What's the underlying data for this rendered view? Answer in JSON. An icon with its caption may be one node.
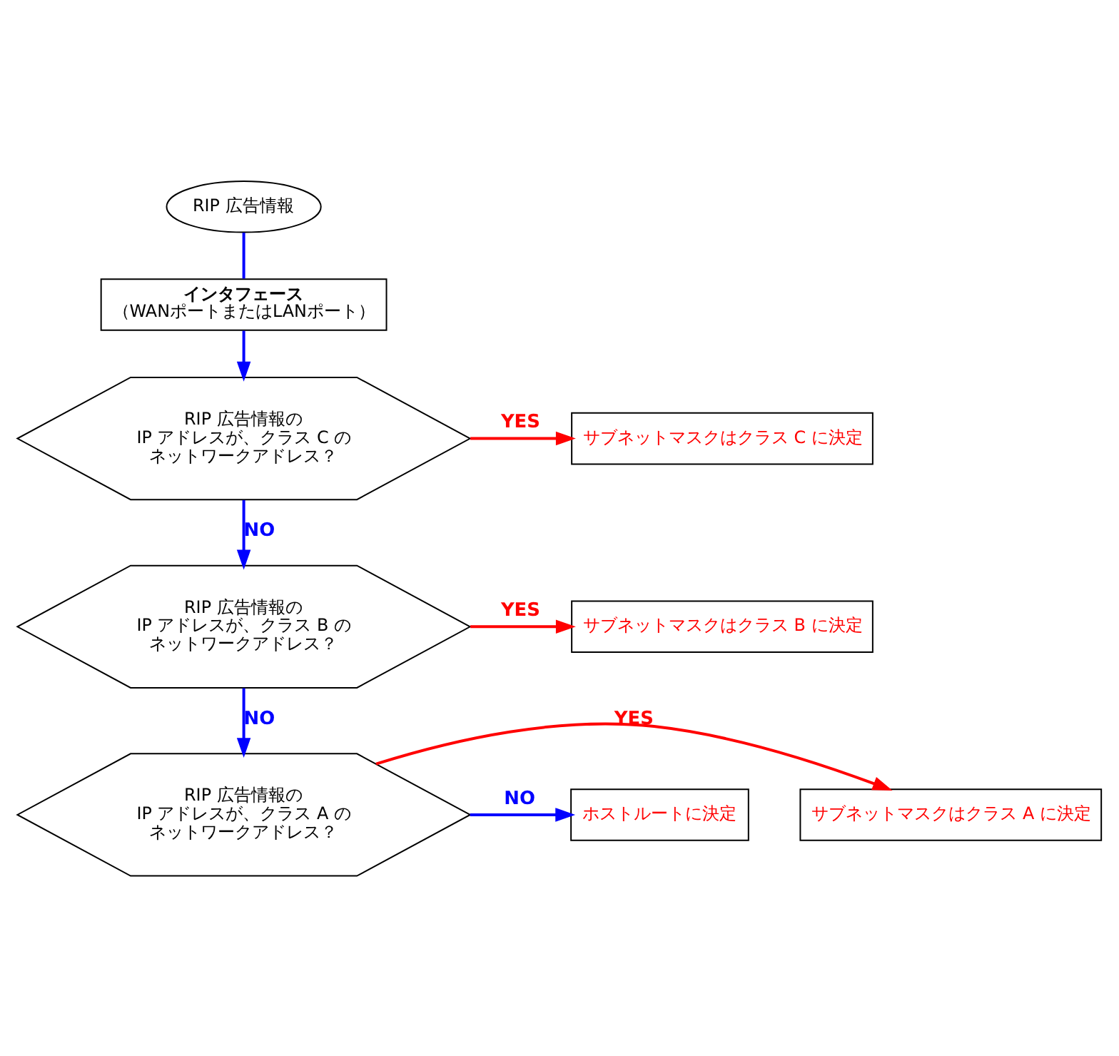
{
  "diagram": {
    "nodes": [
      {
        "text": [
          "RIP 広告情報"
        ]
      },
      {
        "text": [
          "インタフェース",
          "（WANポートまたはLANポート）"
        ]
      },
      {
        "text": [
          "RIP 広告情報のIP アドレスが、クラス C のネットワークアドレス？"
        ]
      },
      {
        "text": [
          "サブネットマスクはクラス C に決定"
        ]
      },
      {
        "text": [
          "RIP 広告情報のIP アドレスが、クラス B のネットワークアドレス？"
        ]
      },
      {
        "text": [
          "サブネットマスクはクラス B に決定"
        ]
      },
      {
        "text": [
          "RIP 広告情報のIP アドレスが、クラス A のネットワークアドレス？"
        ]
      },
      {
        "text": [
          "サブネットマスクはクラス A に決定"
        ]
      },
      {
        "text": [
          "ホストルートに決定"
        ]
      }
    ],
    "edges": [
      {
        "from": 0,
        "to": 1,
        "arrow": "none",
        "color": "#0000ff"
      },
      {
        "from": 1,
        "to": 2,
        "arrow": "to",
        "color": "#0000ff"
      },
      {
        "from": 2,
        "to": 3,
        "arrow": "to",
        "label": "YES",
        "color": "#ff0000"
      },
      {
        "from": 2,
        "to": 4,
        "arrow": "to",
        "label": "NO",
        "color": "#0000ff"
      },
      {
        "from": 4,
        "to": 5,
        "arrow": "to",
        "label": "YES",
        "color": "#ff0000"
      },
      {
        "from": 4,
        "to": 6,
        "arrow": "to",
        "label": "NO",
        "color": "#0000ff"
      },
      {
        "from": 6,
        "to": 7,
        "arrow": "to",
        "label": "YES",
        "color": "#ff0000"
      },
      {
        "from": 6,
        "to": 8,
        "arrow": "to",
        "label": "NO",
        "color": "#0000ff"
      }
    ]
  }
}
